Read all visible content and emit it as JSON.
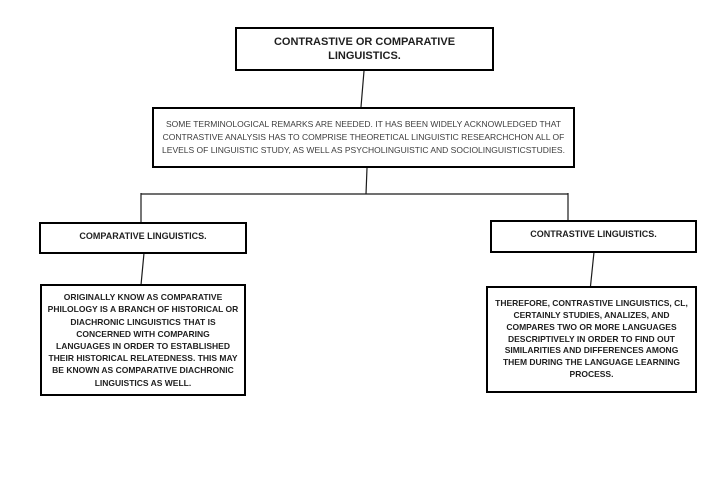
{
  "colors": {
    "background": "#ffffff",
    "box_border": "#000000",
    "text_primary": "#1f1f1f",
    "text_secondary": "#3d3d3d",
    "connector": "#1a1a1a"
  },
  "diagram": {
    "nodes": {
      "title": {
        "text": "CONTRASTIVE OR COMPARATIVE\nLINGUISTICS."
      },
      "remarks": {
        "text": "SOME TERMINOLOGICAL REMARKS ARE NEEDED. IT HAS BEEN WIDELY ACKNOWLEDGED THAT\nCONTRASTIVE ANALYSIS HAS TO COMPRISE THEORETICAL LINGUISTIC RESEARCHCHON ALL OF\nLEVELS OF LINGUISTIC STUDY, AS WELL AS PSYCHOLINGUISTIC AND SOCIOLINGUISTICSTUDIES."
      },
      "comparative": {
        "text": "COMPARATIVE LINGUISTICS."
      },
      "contrastive": {
        "text": "CONTRASTIVE  LINGUISTICS."
      },
      "comparative_detail": {
        "text": "ORIGINALLY KNOW AS COMPARATIVE\nPHILOLOGY IS A BRANCH OF HISTORICAL OR\nDIACHRONIC LINGUISTICS THAT IS\nCONCERNED WITH COMPARING\nLANGUAGES IN ORDER TO ESTABLISHED\nTHEIR HISTORICAL RELATEDNESS. THIS MAY\nBE KNOWN AS COMPARATIVE  DIACHRONIC\nLINGUISTICS  AS WELL."
      },
      "contrastive_detail": {
        "text": "THEREFORE, CONTRASTIVE LINGUISTICS, CL,\nCERTAINLY STUDIES, ANALIZES, AND\nCOMPARES TWO OR MORE LANGUAGES\nDESCRIPTIVELY IN ORDER TO FIND OUT\nSIMILARITIES AND DIFFERENCES AMONG\nTHEM DURING THE LANGUAGE LEARNING\nPROCESS."
      }
    },
    "edges": [
      "title -> remarks",
      "remarks -> branch-junction",
      "branch-junction -> comparative",
      "branch-junction -> contrastive",
      "comparative -> comparative_detail",
      "contrastive -> contrastive_detail"
    ]
  }
}
